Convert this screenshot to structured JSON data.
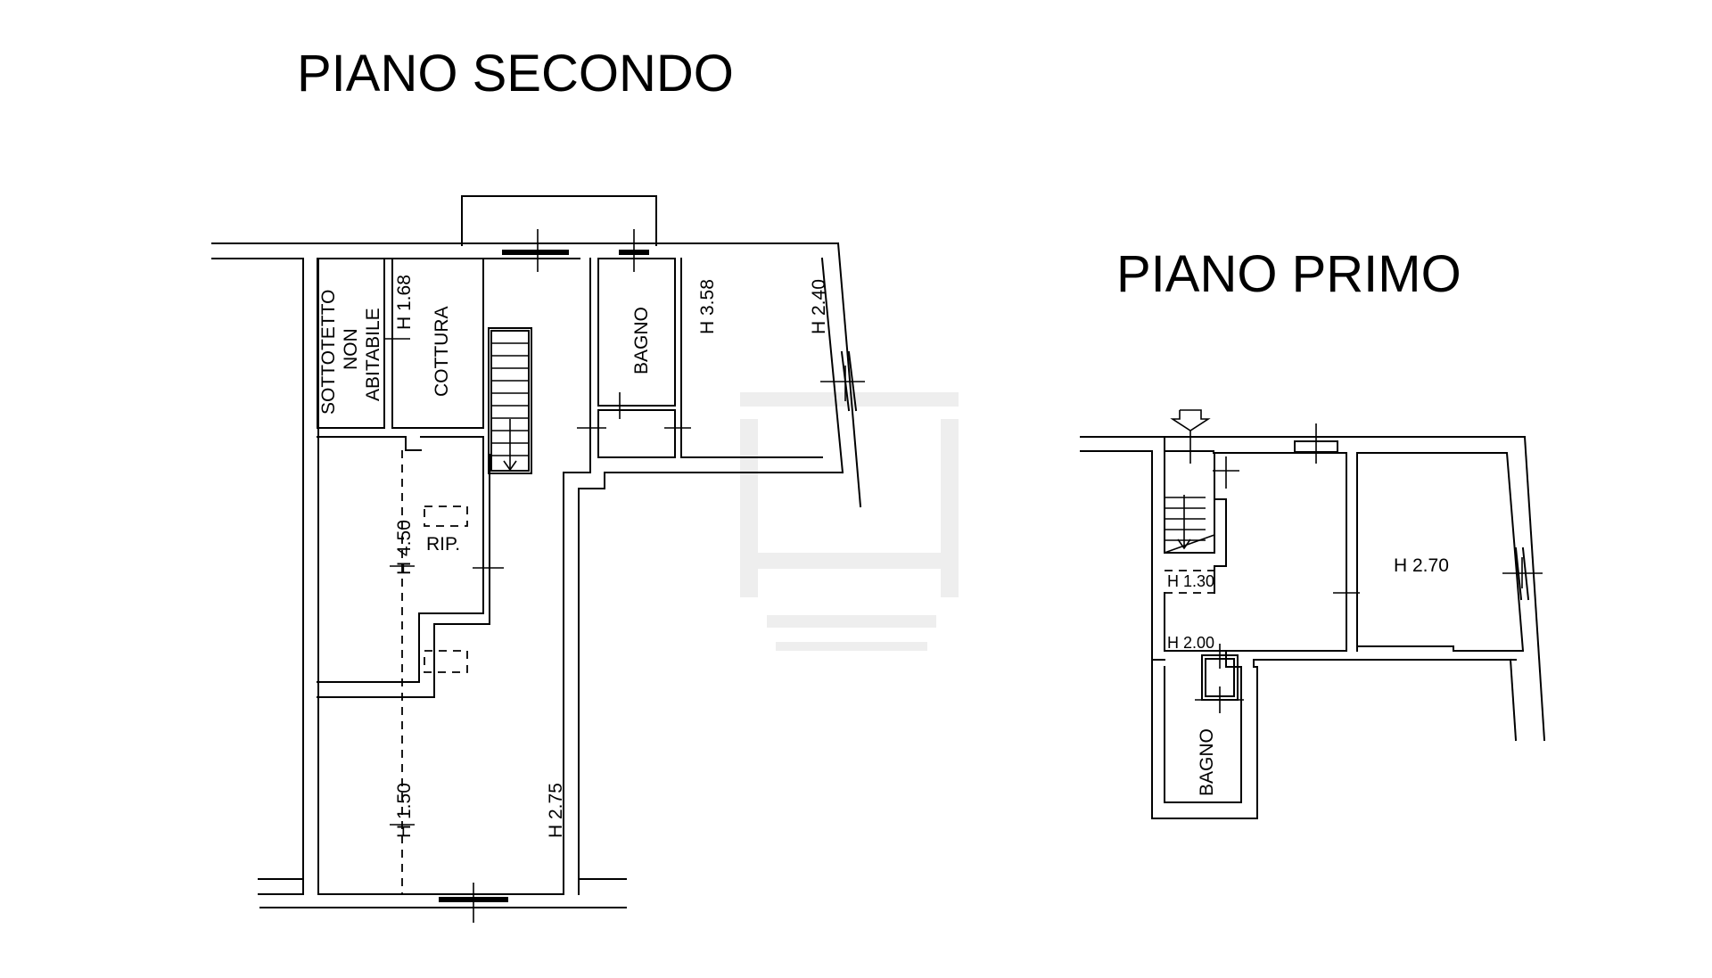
{
  "titles": {
    "second_floor": "PIANO SECONDO",
    "first_floor": "PIANO PRIMO"
  },
  "second_floor_labels": {
    "attic_line1": "SOTTOTETTO",
    "attic_line2": "NON",
    "attic_line3": "ABITABILE",
    "h_attic": "H 1.68",
    "kitchen": "COTTURA",
    "bathroom": "BAGNO",
    "h_bath_room": "H 3.58",
    "h_corner_room": "H 2.40",
    "h_storage": "H 4.50",
    "storage": "RIP.",
    "h_lower_left": "H 1.50",
    "h_main": "H 2.75"
  },
  "first_floor_labels": {
    "h_room": "H 2.70",
    "h_stair_low": "H 1.30",
    "h_hall": "H 2.00",
    "bathroom": "BAGNO"
  },
  "colors": {
    "line": "#000000",
    "background": "#ffffff",
    "watermark": "#eeeeee"
  }
}
